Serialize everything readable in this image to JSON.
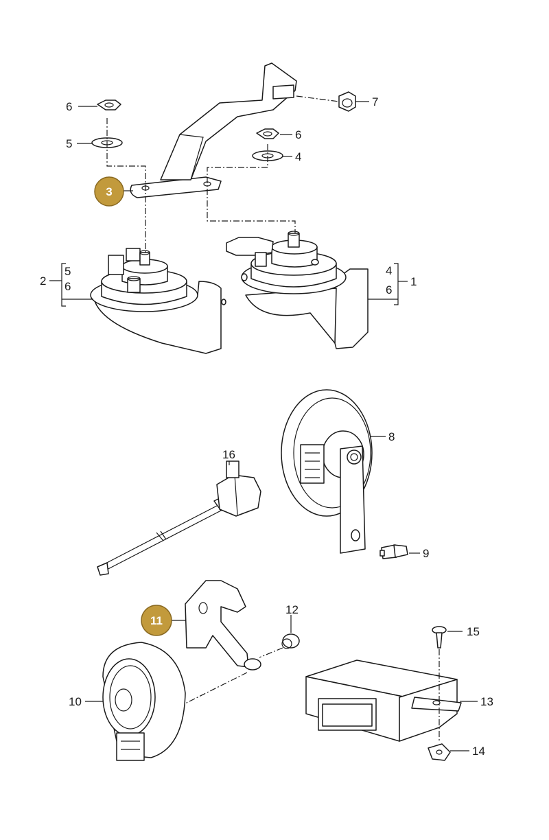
{
  "colors": {
    "callout_badge": "#c29a3c",
    "line": "#1a1a1a",
    "background": "#ffffff"
  },
  "callouts": {
    "c1": "1",
    "c2": "2",
    "c3": "3",
    "c4a": "4",
    "c4b": "4",
    "c5a": "5",
    "c5b": "5",
    "c6a": "6",
    "c6b": "6",
    "c6c": "6",
    "c6d": "6",
    "c7": "7",
    "c8": "8",
    "c9": "9",
    "c10": "10",
    "c11": "11",
    "c12": "12",
    "c13": "13",
    "c14": "14",
    "c15": "15",
    "c16": "16"
  }
}
